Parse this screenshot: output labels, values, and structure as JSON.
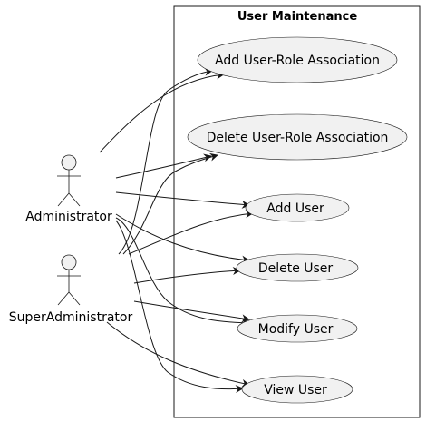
{
  "diagram": {
    "type": "use-case",
    "system": {
      "title": "User Maintenance"
    },
    "actors": [
      {
        "id": "admin",
        "label": "Administrator"
      },
      {
        "id": "super",
        "label": "SuperAdministrator"
      }
    ],
    "use_cases": [
      {
        "id": "uc1",
        "label": "Add User-Role Association"
      },
      {
        "id": "uc2",
        "label": "Delete User-Role Association"
      },
      {
        "id": "uc3",
        "label": "Add User"
      },
      {
        "id": "uc4",
        "label": "Delete User"
      },
      {
        "id": "uc5",
        "label": "Modify User"
      },
      {
        "id": "uc6",
        "label": "View User"
      }
    ],
    "associations": [
      {
        "from": "admin",
        "to": "uc1"
      },
      {
        "from": "admin",
        "to": "uc2"
      },
      {
        "from": "admin",
        "to": "uc3"
      },
      {
        "from": "admin",
        "to": "uc4"
      },
      {
        "from": "admin",
        "to": "uc5"
      },
      {
        "from": "admin",
        "to": "uc6"
      },
      {
        "from": "super",
        "to": "uc1"
      },
      {
        "from": "super",
        "to": "uc2"
      },
      {
        "from": "super",
        "to": "uc3"
      },
      {
        "from": "super",
        "to": "uc4"
      },
      {
        "from": "super",
        "to": "uc5"
      },
      {
        "from": "super",
        "to": "uc6"
      }
    ],
    "colors": {
      "use_case_fill": "#f1f1f1",
      "line": "#181818",
      "background": "#ffffff"
    }
  }
}
